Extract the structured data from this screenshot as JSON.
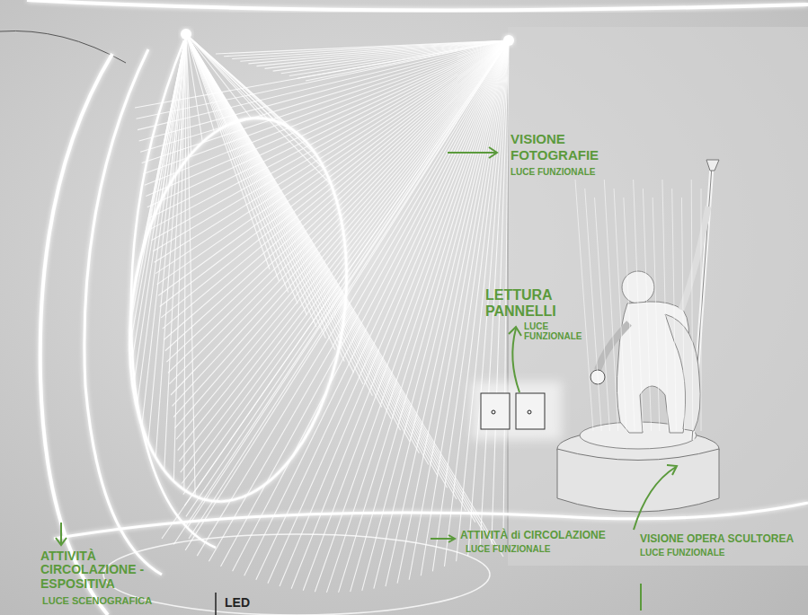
{
  "diagram": {
    "labels": [
      "VISIONE FOTOGRAFIE",
      "LUCE FUNZIONALE",
      "LETTURA PANNELLI",
      "LUCE FUNZIONALE",
      "VISIONE OPERA SCULTOREA",
      "LUCE FUNZIONALE",
      "ATTIVITÀ di CIRCOLAZIONE",
      "LUCE FUNZIONALE",
      "ATTIVITÀ CIRCOLAZIONE - ESPOSITIVA",
      "LUCE SCENOGRAFICA",
      "LED"
    ]
  }
}
